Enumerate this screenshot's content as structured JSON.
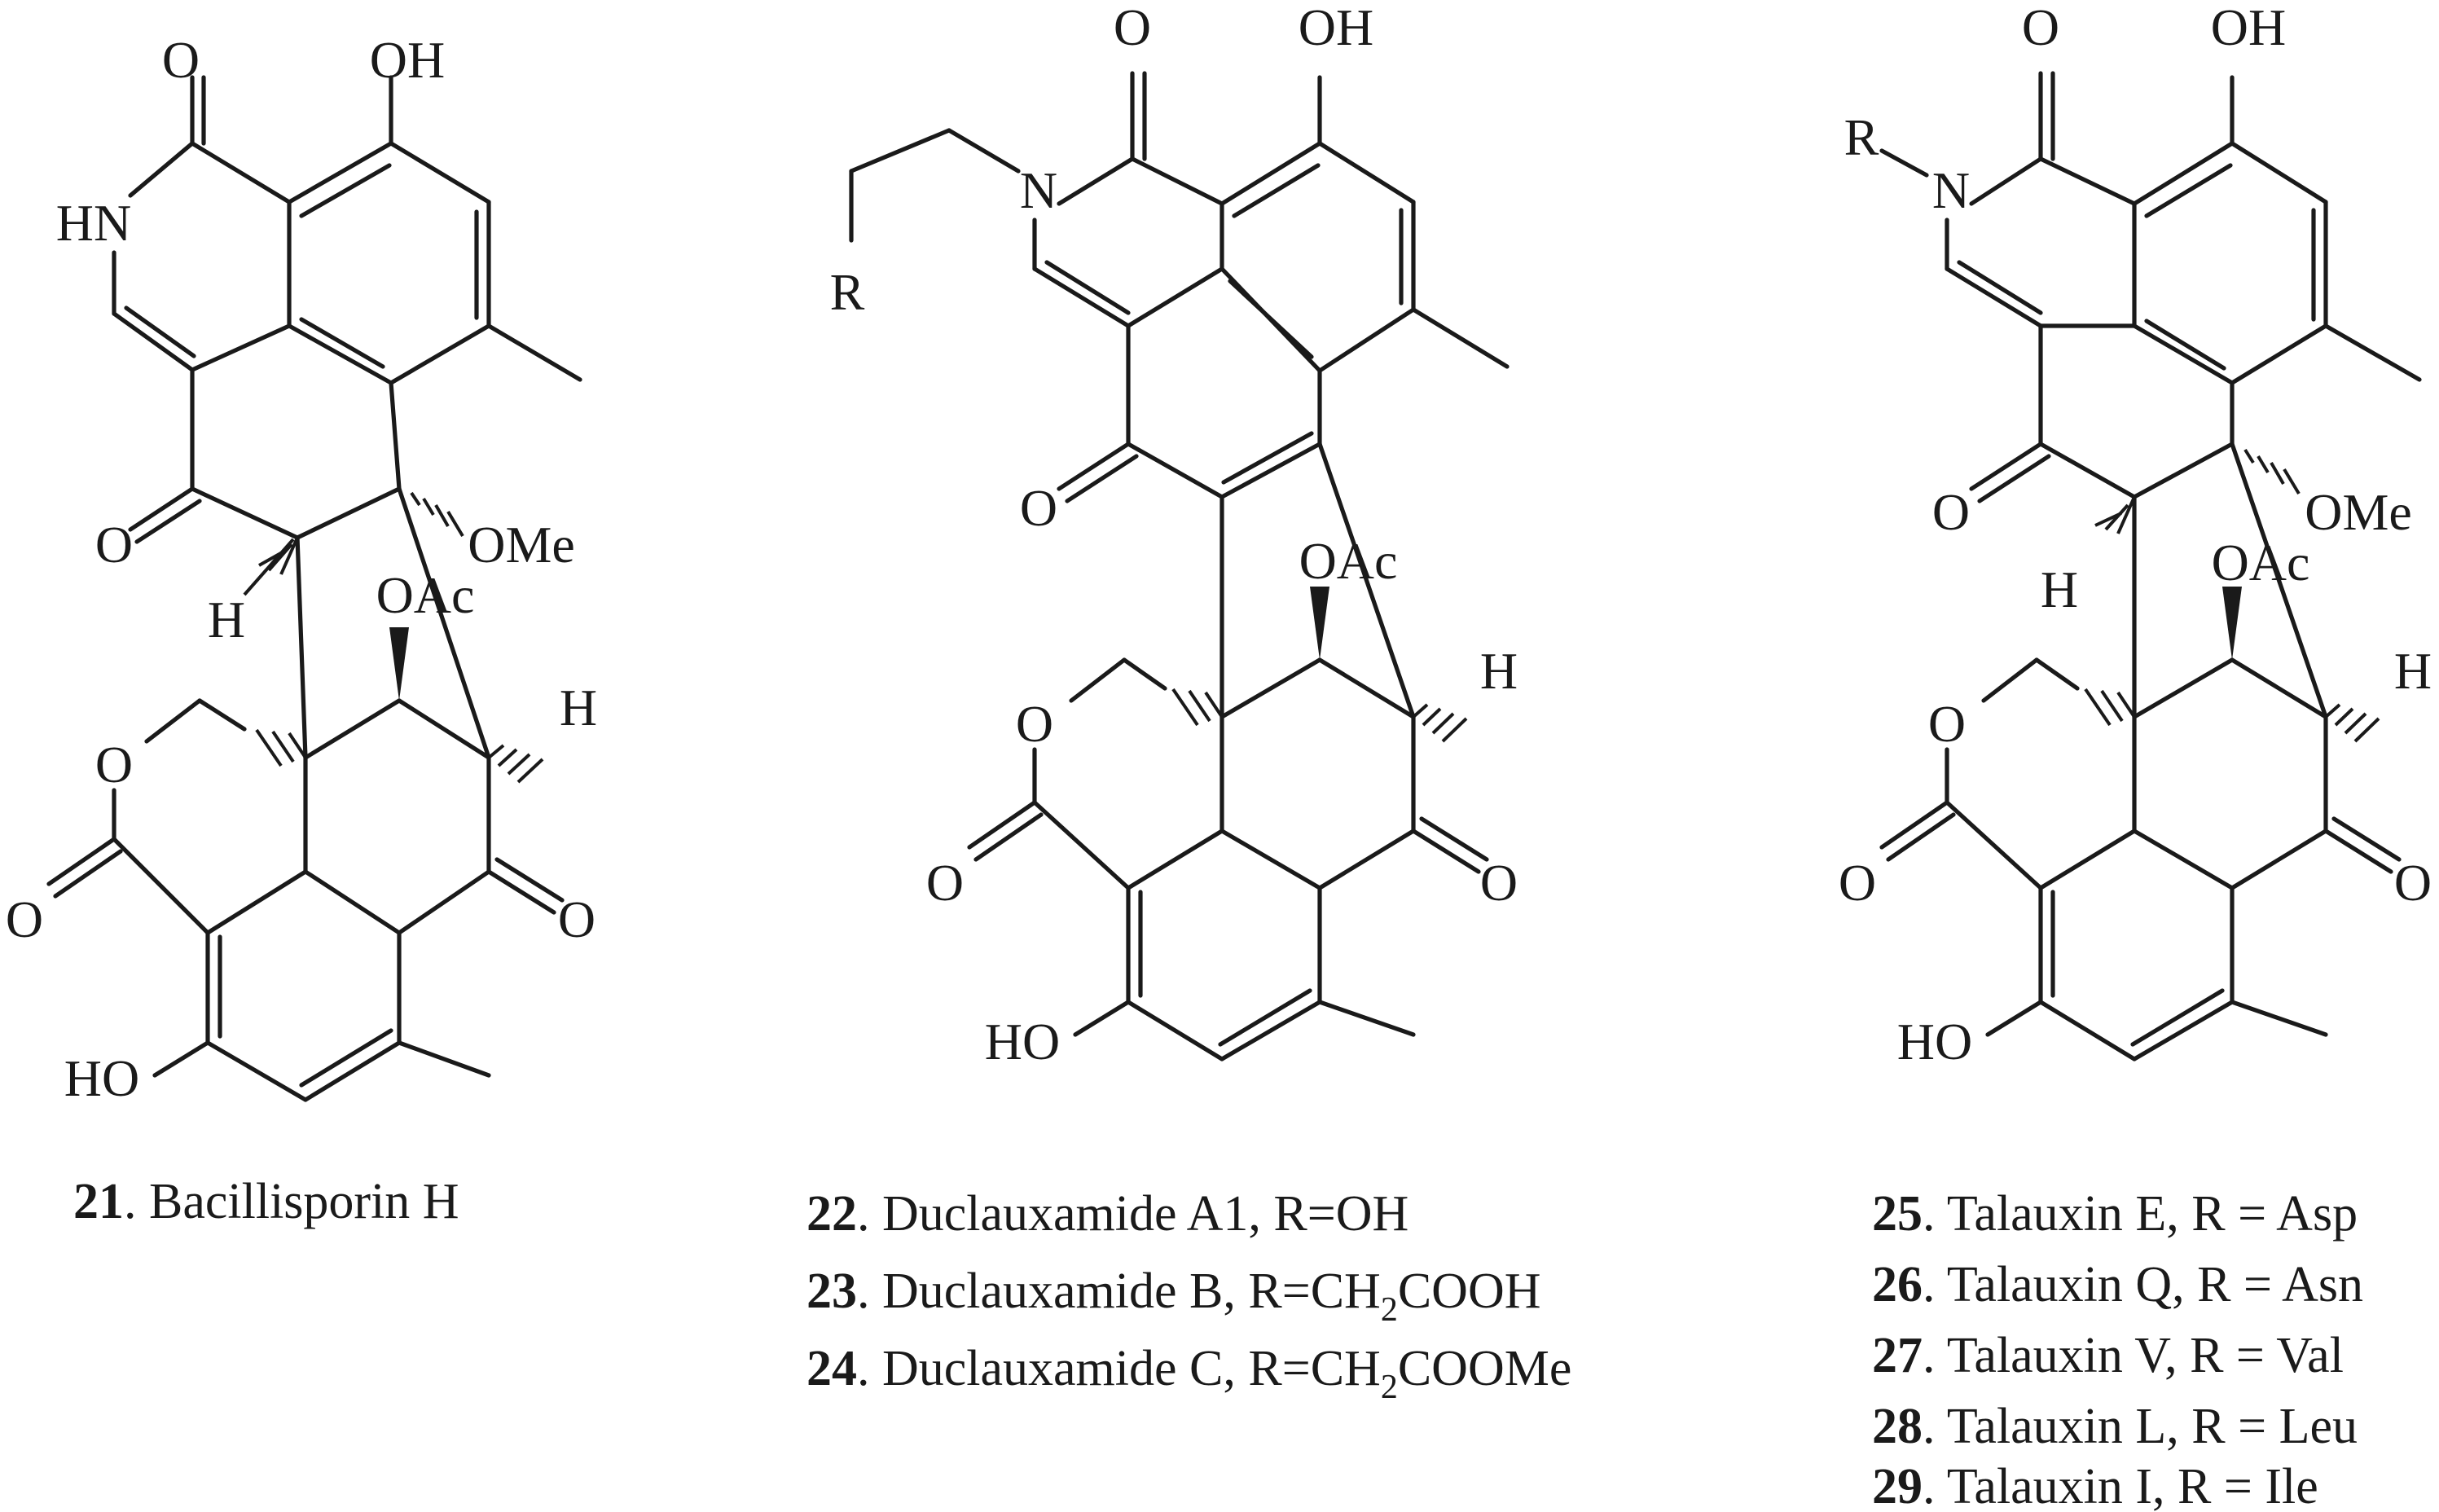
{
  "captions": {
    "c21": {
      "num": "21",
      "text": ". Bacillisporin H"
    },
    "c22": {
      "num": "22",
      "text": ". Duclauxamide A1, R=OH"
    },
    "c23": {
      "num": "23",
      "pre": ". Duclauxamide B, R=CH",
      "sub": "2",
      "post": "COOH"
    },
    "c24": {
      "num": "24",
      "pre": ". Duclauxamide C, R=CH",
      "sub": "2",
      "post": "COOMe"
    },
    "c25": {
      "num": "25",
      "text": ". Talauxin E, R = Asp"
    },
    "c26": {
      "num": "26",
      "text": ". Talauxin Q, R = Asn"
    },
    "c27": {
      "num": "27",
      "text": ". Talauxin V, R = Val"
    },
    "c28": {
      "num": "28",
      "text": ". Talauxin L, R = Leu"
    },
    "c29": {
      "num": "29",
      "text": ". Talauxin I, R = Ile"
    }
  },
  "atoms": {
    "O": "O",
    "OH": "OH",
    "HO": "HO",
    "HN": "HN",
    "N": "N",
    "R": "R",
    "H": "H",
    "OMe": "OMe",
    "OAc": "OAc"
  }
}
